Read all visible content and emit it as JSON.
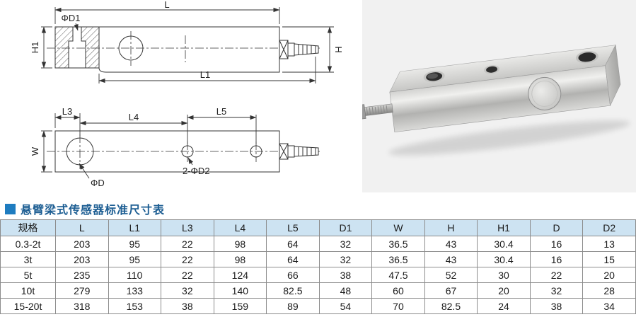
{
  "section": {
    "title": "悬臂梁式传感器标准尺寸表"
  },
  "colors": {
    "title_bullet": "#1e7cc0",
    "title_text": "#1d5e93",
    "table_header_bg": "#cde3f2",
    "table_border": "#8c8c8c",
    "photo_bg": "#f1f1f1"
  },
  "drawings": {
    "side_view": {
      "dim_L": "L",
      "dim_phiD1": "ΦD1",
      "dim_H1": "H1",
      "dim_H": "H",
      "dim_L1": "L1"
    },
    "top_view": {
      "dim_L3": "L3",
      "dim_L4": "L4",
      "dim_L5": "L5",
      "dim_W": "W",
      "dim_phiD": "ΦD",
      "dim_holes": "2-ΦD2"
    }
  },
  "table": {
    "headers": [
      "规格",
      "L",
      "L1",
      "L3",
      "L4",
      "L5",
      "D1",
      "W",
      "H",
      "H1",
      "D",
      "D2"
    ],
    "rows": [
      [
        "0.3-2t",
        "203",
        "95",
        "22",
        "98",
        "64",
        "32",
        "36.5",
        "43",
        "30.4",
        "16",
        "13"
      ],
      [
        "3t",
        "203",
        "95",
        "22",
        "98",
        "64",
        "32",
        "36.5",
        "43",
        "30.4",
        "16",
        "15"
      ],
      [
        "5t",
        "235",
        "110",
        "22",
        "124",
        "66",
        "38",
        "47.5",
        "52",
        "30",
        "22",
        "20"
      ],
      [
        "10t",
        "279",
        "133",
        "32",
        "140",
        "82.5",
        "48",
        "60",
        "67",
        "20",
        "32",
        "28"
      ],
      [
        "15-20t",
        "318",
        "153",
        "38",
        "159",
        "89",
        "54",
        "70",
        "82.5",
        "24",
        "38",
        "34"
      ]
    ]
  }
}
